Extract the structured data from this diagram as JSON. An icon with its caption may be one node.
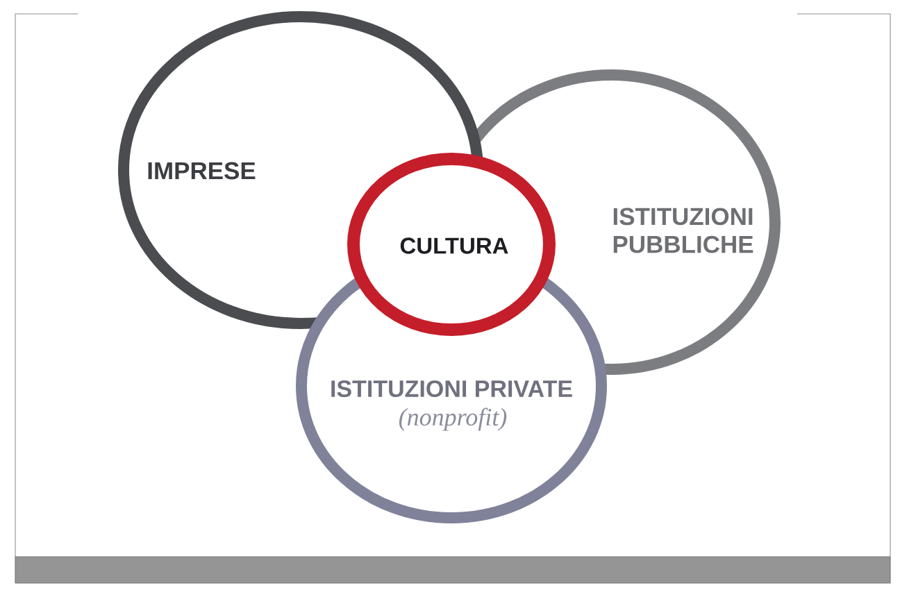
{
  "diagram": {
    "nodes": [
      {
        "text": [
          "IMPRESE"
        ]
      },
      {
        "text": [
          "CULTURA"
        ]
      },
      {
        "text": [
          "ISTITUZIONI PUBBLICHE"
        ]
      },
      {
        "text": [
          "ISTITUZIONI PRIVATE",
          "(nonprofit)"
        ]
      }
    ]
  }
}
